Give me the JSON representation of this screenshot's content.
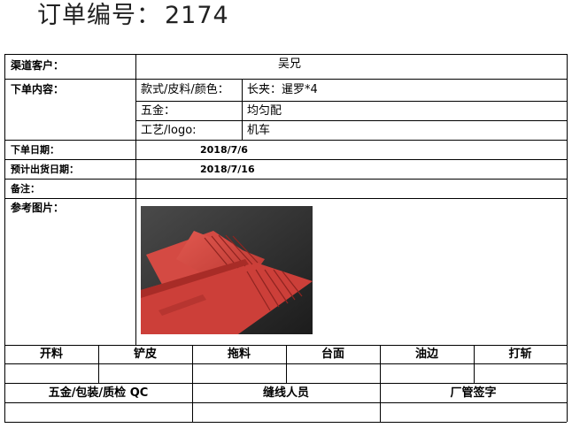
{
  "title": {
    "label": "订单编号：",
    "number": "2174"
  },
  "form": {
    "channel_customer_label": "渠道客户：",
    "channel_customer_value": "吴兄",
    "order_content_label": "下单内容：",
    "style_label": "款式/皮料/颜色：",
    "style_value": "长夹：暹罗*4",
    "hardware_label": "五金：",
    "hardware_value": "均匀配",
    "craft_label": "工艺/logo:",
    "craft_value": "机车",
    "order_date_label": "下单日期：",
    "order_date_value": "2018/7/6",
    "ship_date_label": "预计出货日期：",
    "ship_date_value": "2018/7/16",
    "remarks_label": "备注：",
    "reference_label": "参考图片："
  },
  "process": {
    "steps": [
      "开料",
      "铲皮",
      "拖料",
      "台面",
      "油边",
      "打斩"
    ],
    "signoffs": [
      "五金/包装/质检 QC",
      "缝线人员",
      "厂管签字"
    ]
  }
}
